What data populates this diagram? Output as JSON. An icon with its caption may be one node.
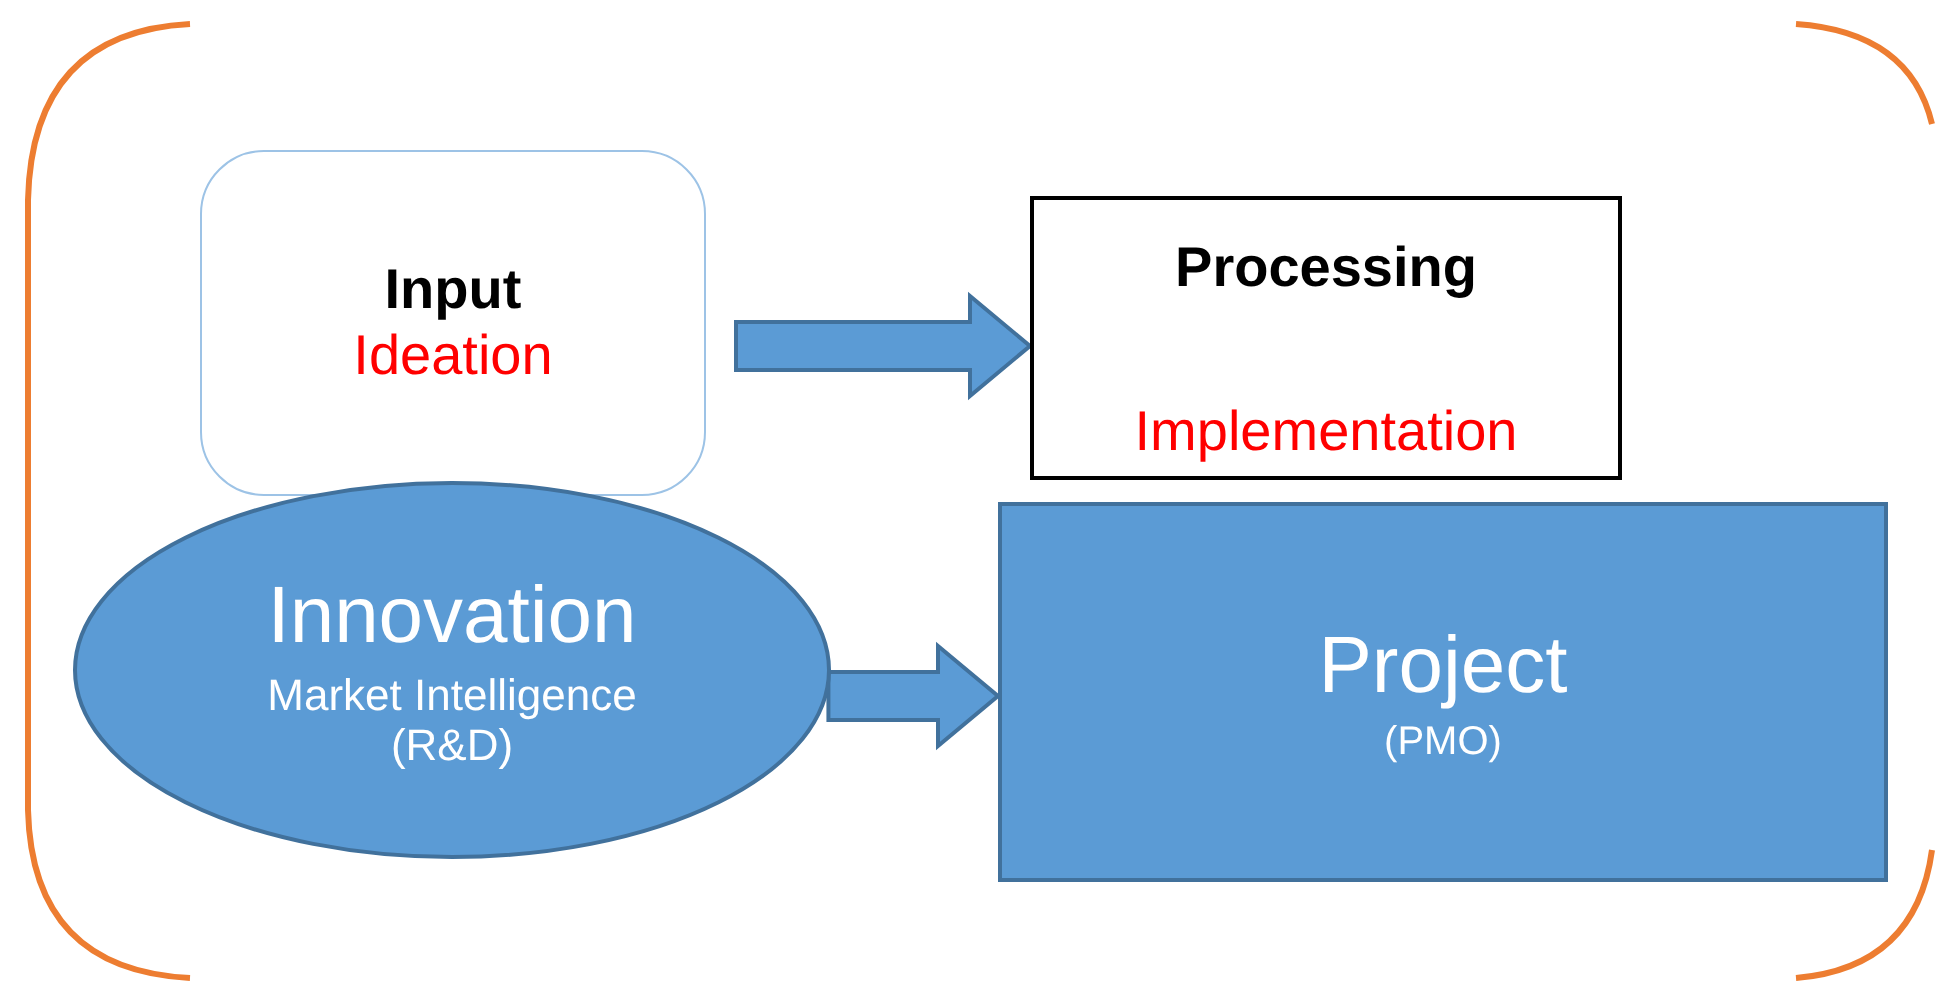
{
  "diagram": {
    "nodes": [
      {
        "text": [
          "Input",
          "Ideation"
        ]
      },
      {
        "text": [
          "Processing",
          "Implementation"
        ]
      },
      {
        "text": [
          "Innovation",
          "Market Intelligence (R&D)"
        ]
      },
      {
        "text": [
          "Project",
          "(PMO)"
        ]
      }
    ],
    "edges": [
      {
        "from": 0,
        "to": 1,
        "arrow": "to"
      },
      {
        "from": 2,
        "to": 3,
        "arrow": "to"
      }
    ]
  }
}
